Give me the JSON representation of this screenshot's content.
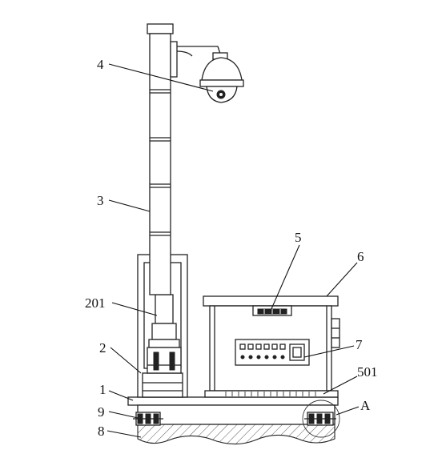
{
  "figure": {
    "labels": [
      {
        "key": "label_4",
        "text": "4"
      },
      {
        "key": "label_3",
        "text": "3"
      },
      {
        "key": "label_5",
        "text": "5"
      },
      {
        "key": "label_6",
        "text": "6"
      },
      {
        "key": "label_201",
        "text": "201"
      },
      {
        "key": "label_2",
        "text": "2"
      },
      {
        "key": "label_7",
        "text": "7"
      },
      {
        "key": "label_501",
        "text": "501"
      },
      {
        "key": "label_1",
        "text": "1"
      },
      {
        "key": "label_9",
        "text": "9"
      },
      {
        "key": "label_A",
        "text": "A"
      },
      {
        "key": "label_8",
        "text": "8"
      }
    ]
  }
}
